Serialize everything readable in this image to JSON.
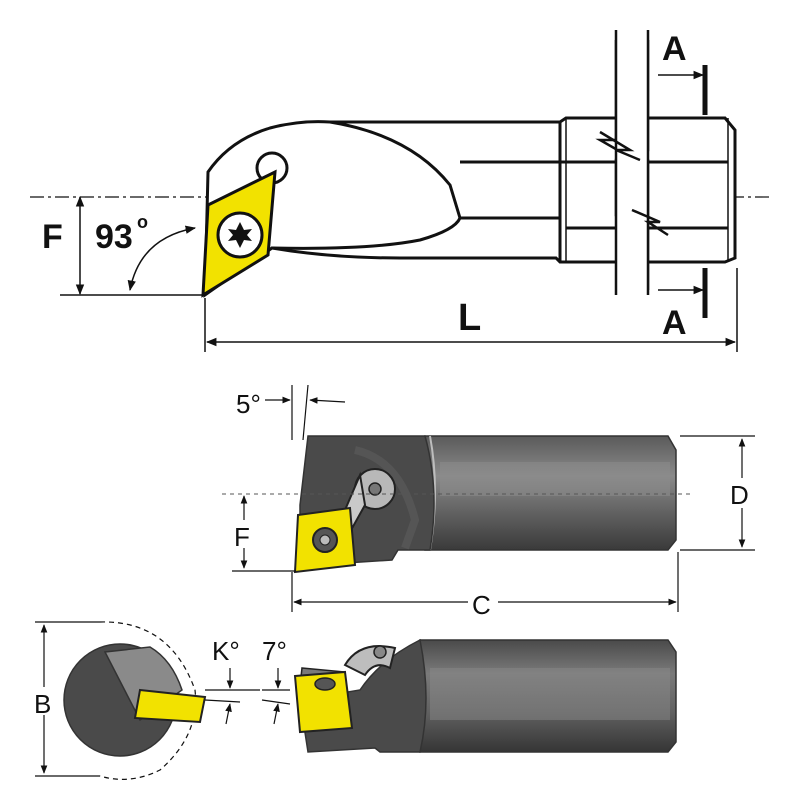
{
  "top_view": {
    "label_F": "F",
    "label_angle": "93",
    "label_degree": "o",
    "label_L": "L",
    "label_A_top": "A",
    "label_A_bottom": "A"
  },
  "middle_view": {
    "label_angle": "5°",
    "label_F": "F",
    "label_D": "D",
    "label_C": "C"
  },
  "bottom_view": {
    "label_B": "B",
    "label_K": "K°",
    "label_angle": "7°"
  },
  "colors": {
    "insert": "#f2e200",
    "body_dark": "#4a4a4a",
    "body_mid": "#6e6e6e",
    "body_light": "#bdbdbd",
    "line": "#111111"
  }
}
